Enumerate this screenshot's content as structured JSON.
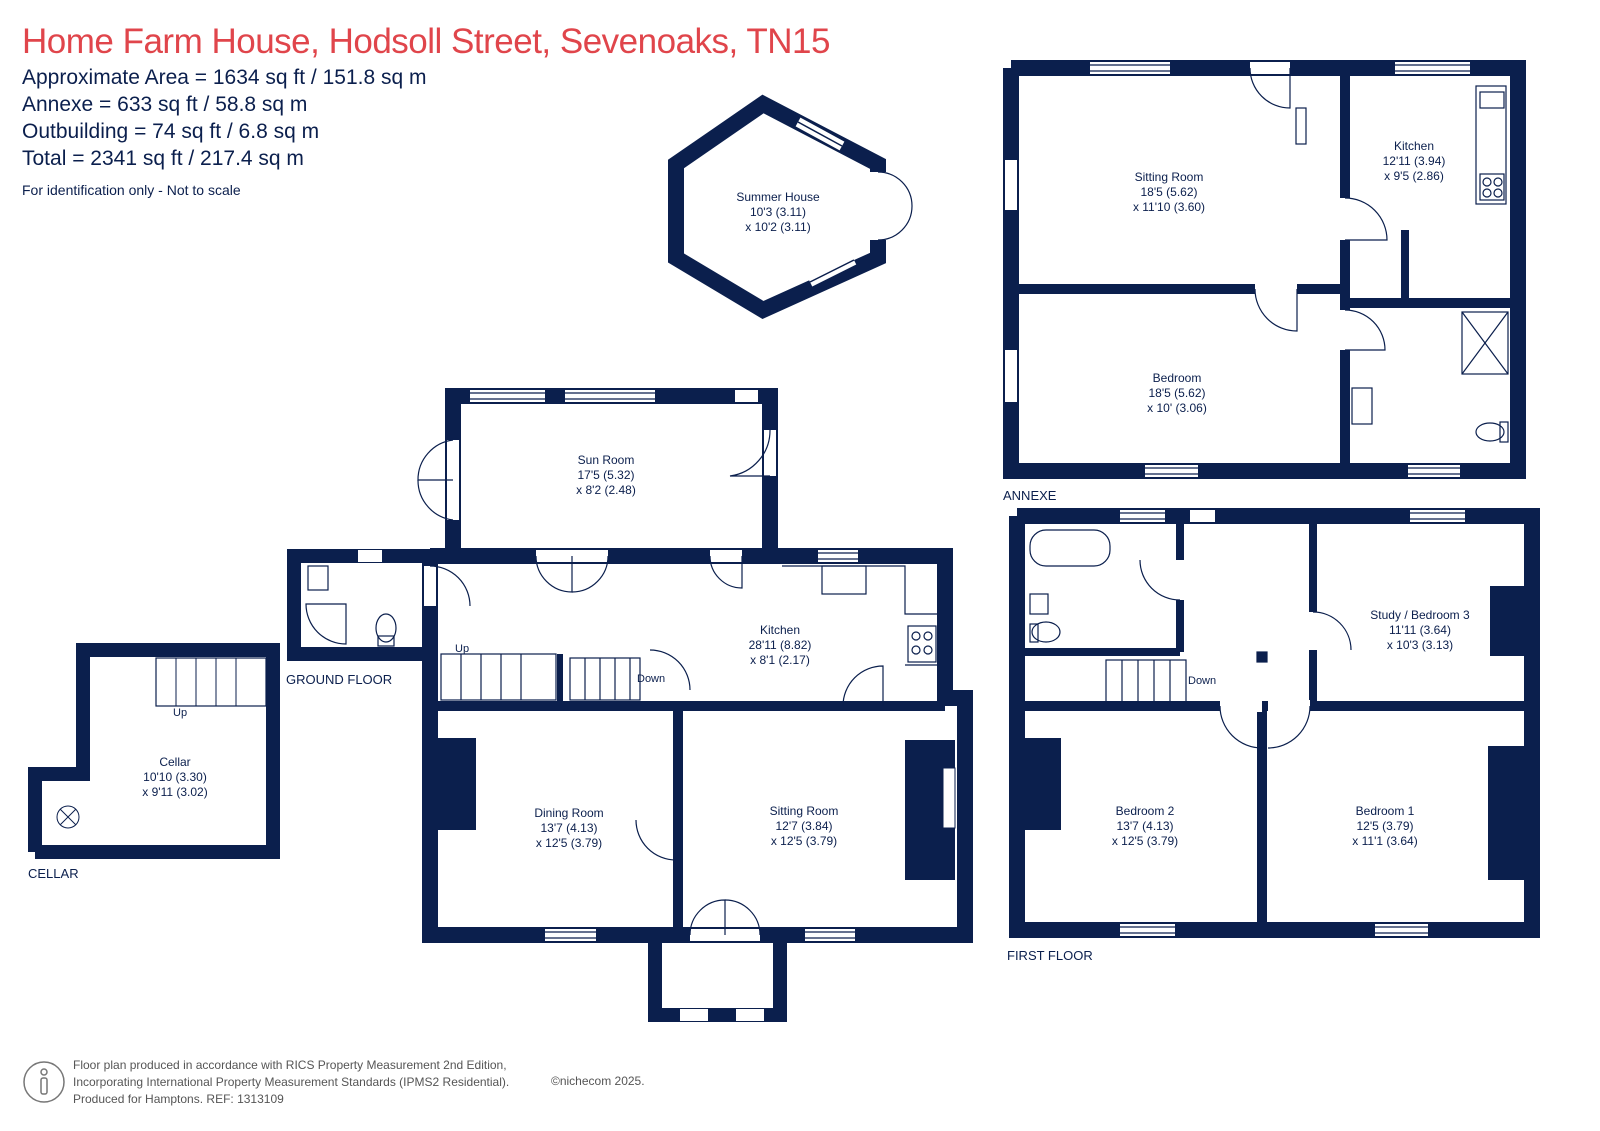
{
  "header": {
    "title": "Home Farm House, Hodsoll Street, Sevenoaks, TN15",
    "areas": [
      "Approximate Area = 1634 sq ft / 151.8 sq m",
      "Annexe = 633 sq ft / 58.8 sq m",
      "Outbuilding = 74 sq ft / 6.8 sq m",
      "Total = 2341 sq ft / 217.4 sq m"
    ],
    "note": "For identification only - Not to scale"
  },
  "floors": {
    "ground": "GROUND FLOOR",
    "cellar": "CELLAR",
    "annexe": "ANNEXE",
    "first": "FIRST FLOOR"
  },
  "rooms": {
    "summer_house": [
      "Summer House",
      "10'3 (3.11)",
      "x 10'2 (3.11)"
    ],
    "sun_room": [
      "Sun Room",
      "17'5 (5.32)",
      "x 8'2 (2.48)"
    ],
    "kitchen_ground": [
      "Kitchen",
      "28'11 (8.82)",
      "x 8'1 (2.17)"
    ],
    "dining_room": [
      "Dining Room",
      "13'7 (4.13)",
      "x 12'5 (3.79)"
    ],
    "sitting_room_ground": [
      "Sitting Room",
      "12'7 (3.84)",
      "x 12'5 (3.79)"
    ],
    "cellar": [
      "Cellar",
      "10'10 (3.30)",
      "x 9'11 (3.02)"
    ],
    "annexe_sitting": [
      "Sitting Room",
      "18'5 (5.62)",
      "x 11'10 (3.60)"
    ],
    "annexe_kitchen": [
      "Kitchen",
      "12'11 (3.94)",
      "x 9'5 (2.86)"
    ],
    "annexe_bedroom": [
      "Bedroom",
      "18'5 (5.62)",
      "x 10' (3.06)"
    ],
    "study": [
      "Study / Bedroom 3",
      "11'11 (3.64)",
      "x 10'3 (3.13)"
    ],
    "bedroom2": [
      "Bedroom 2",
      "13'7 (4.13)",
      "x 12'5 (3.79)"
    ],
    "bedroom1": [
      "Bedroom 1",
      "12'5 (3.79)",
      "x 11'1 (3.64)"
    ]
  },
  "stairs": {
    "up": "Up",
    "down": "Down"
  },
  "footer": {
    "lines": [
      "Floor plan produced in accordance with RICS Property Measurement 2nd Edition,",
      "Incorporating International Property Measurement Standards (IPMS2 Residential).",
      "Produced for Hamptons.   REF:  1313109"
    ],
    "copyright": "©nichecom 2025."
  },
  "colors": {
    "wall": "#0b1f4d",
    "title": "#e0454b"
  }
}
